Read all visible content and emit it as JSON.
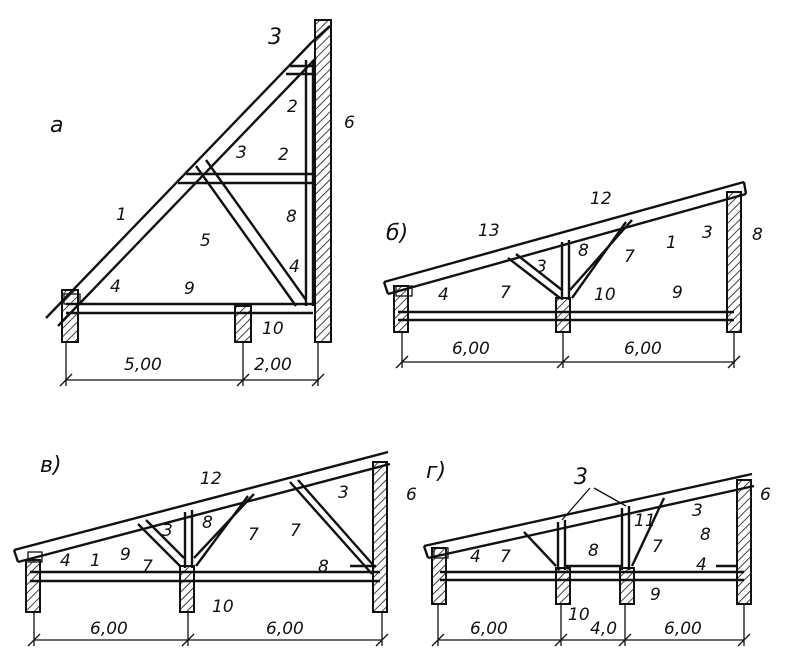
{
  "panels": {
    "a": {
      "letter": "а",
      "labels": [
        "1",
        "2",
        "2",
        "3",
        "3",
        "4",
        "4",
        "5",
        "6",
        "8",
        "9",
        "10"
      ],
      "dims": [
        "5,00",
        "2,00"
      ]
    },
    "b": {
      "letter": "б)",
      "labels": [
        "1",
        "3",
        "3",
        "4",
        "7",
        "7",
        "8",
        "8",
        "9",
        "10",
        "12",
        "13"
      ],
      "dims": [
        "6,00",
        "6,00"
      ]
    },
    "v": {
      "letter": "в)",
      "labels": [
        "1",
        "3",
        "3",
        "4",
        "6",
        "7",
        "7",
        "7",
        "8",
        "8",
        "9",
        "10",
        "12"
      ],
      "dims": [
        "6,00",
        "6,00"
      ]
    },
    "g": {
      "letter": "г)",
      "labels": [
        "3",
        "3",
        "4",
        "4",
        "6",
        "7",
        "7",
        "8",
        "8",
        "9",
        "10",
        "11"
      ],
      "dims": [
        "6,00",
        "4,0",
        "6,00"
      ]
    }
  }
}
